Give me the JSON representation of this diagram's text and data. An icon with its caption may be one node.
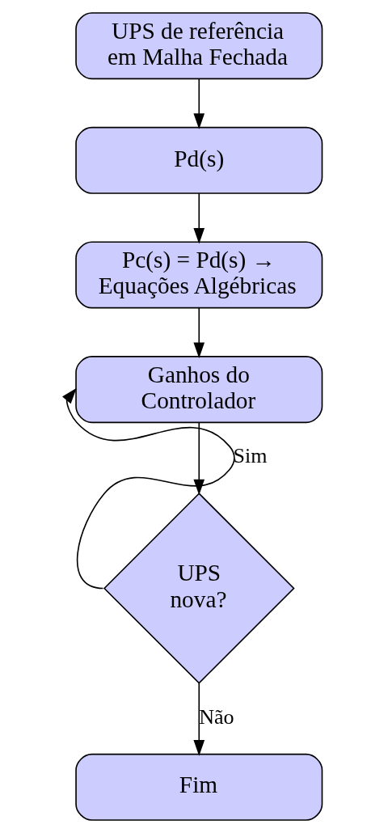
{
  "diagram": {
    "nodes": [
      {
        "text": [
          "UPS de referência em Malha Fechada"
        ]
      },
      {
        "text": [
          "Pd(s)"
        ]
      },
      {
        "text": [
          "Pc(s) = Pd(s) → Equações Algébricas"
        ]
      },
      {
        "text": [
          "Ganhos do Controlador"
        ]
      },
      {
        "text": [
          "UPS nova?"
        ]
      },
      {
        "text": [
          "Fim"
        ]
      }
    ],
    "edges": [
      {
        "from": 0,
        "to": 1,
        "arrow": "to"
      },
      {
        "from": 1,
        "to": 2,
        "arrow": "to"
      },
      {
        "from": 2,
        "to": 3,
        "arrow": "to"
      },
      {
        "from": 3,
        "to": 4,
        "arrow": "to"
      },
      {
        "from": 4,
        "to": 3,
        "arrow": "to",
        "label": "Sim"
      },
      {
        "from": 4,
        "to": 5,
        "arrow": "to",
        "label": "Não"
      }
    ]
  }
}
